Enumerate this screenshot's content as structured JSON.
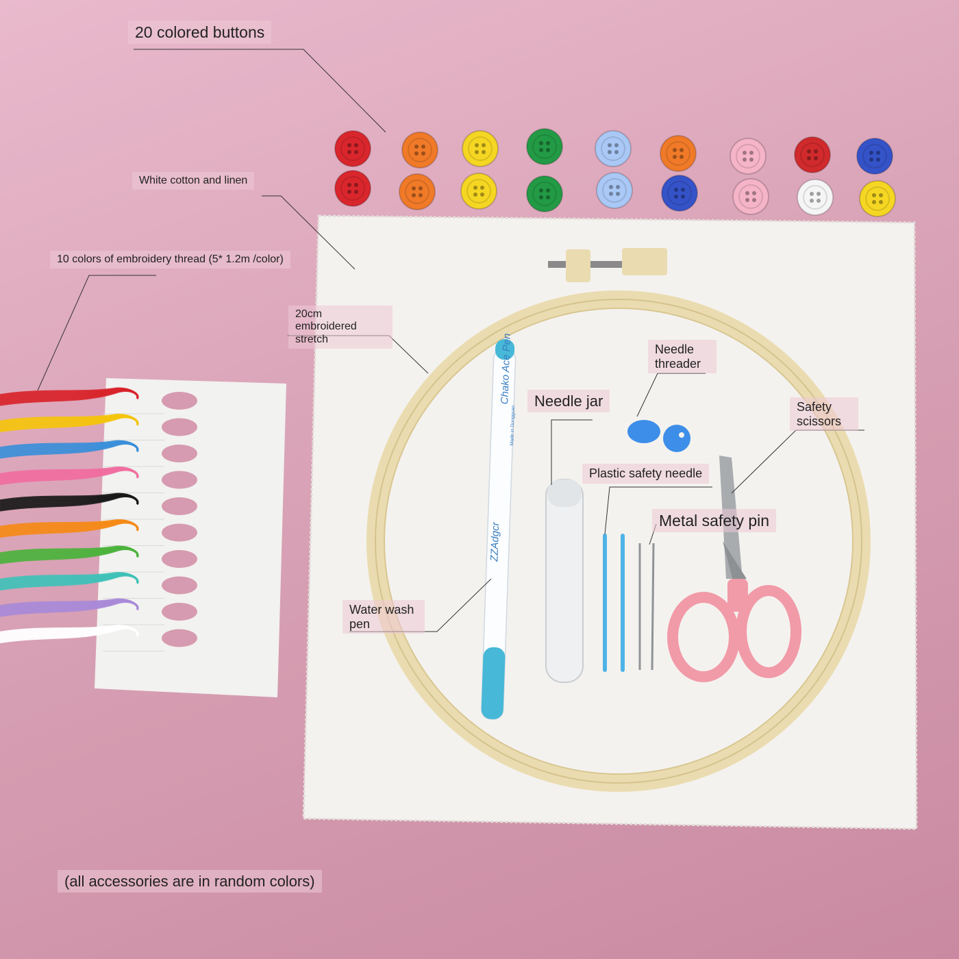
{
  "labels": {
    "buttons": "20 colored buttons",
    "cotton": "White cotton and linen",
    "thread": "10 colors of embroidery thread (5* 1.2m /color)",
    "hoop": "20cm embroidered stretch",
    "threader": "Needle threader",
    "jar": "Needle jar",
    "scissors": "Safety scissors",
    "plastic_needle": "Plastic safety needle",
    "metal_pin": "Metal safety pin",
    "pen": "Water wash pen",
    "footer": "(all accessories are in random colors)"
  },
  "pen_text": {
    "line1": "Chako  Ace Pen",
    "line2": "Made in Dongguan",
    "brand": "ZZAdgcr"
  },
  "buttons_top": [
    "#d9262c",
    "#f07a28",
    "#f5d623",
    "#239a45",
    "#a9c8f5",
    "#f07a28",
    "#f5b4c8",
    "#d02a2c",
    "#3553c8"
  ],
  "buttons_bottom": [
    "#d9262c",
    "#f07a28",
    "#f5d623",
    "#239a45",
    "#a9c8f5",
    "#3553c8",
    "#f5b4c8",
    "#f5f5f5",
    "#f5d623"
  ],
  "thread_colors": [
    "#d8232a",
    "#f5c40c",
    "#3b8fd9",
    "#ef6ea0",
    "#1a1a1a",
    "#f58a16",
    "#4bb33c",
    "#3fc1b8",
    "#a88ad8",
    "#ffffff"
  ]
}
